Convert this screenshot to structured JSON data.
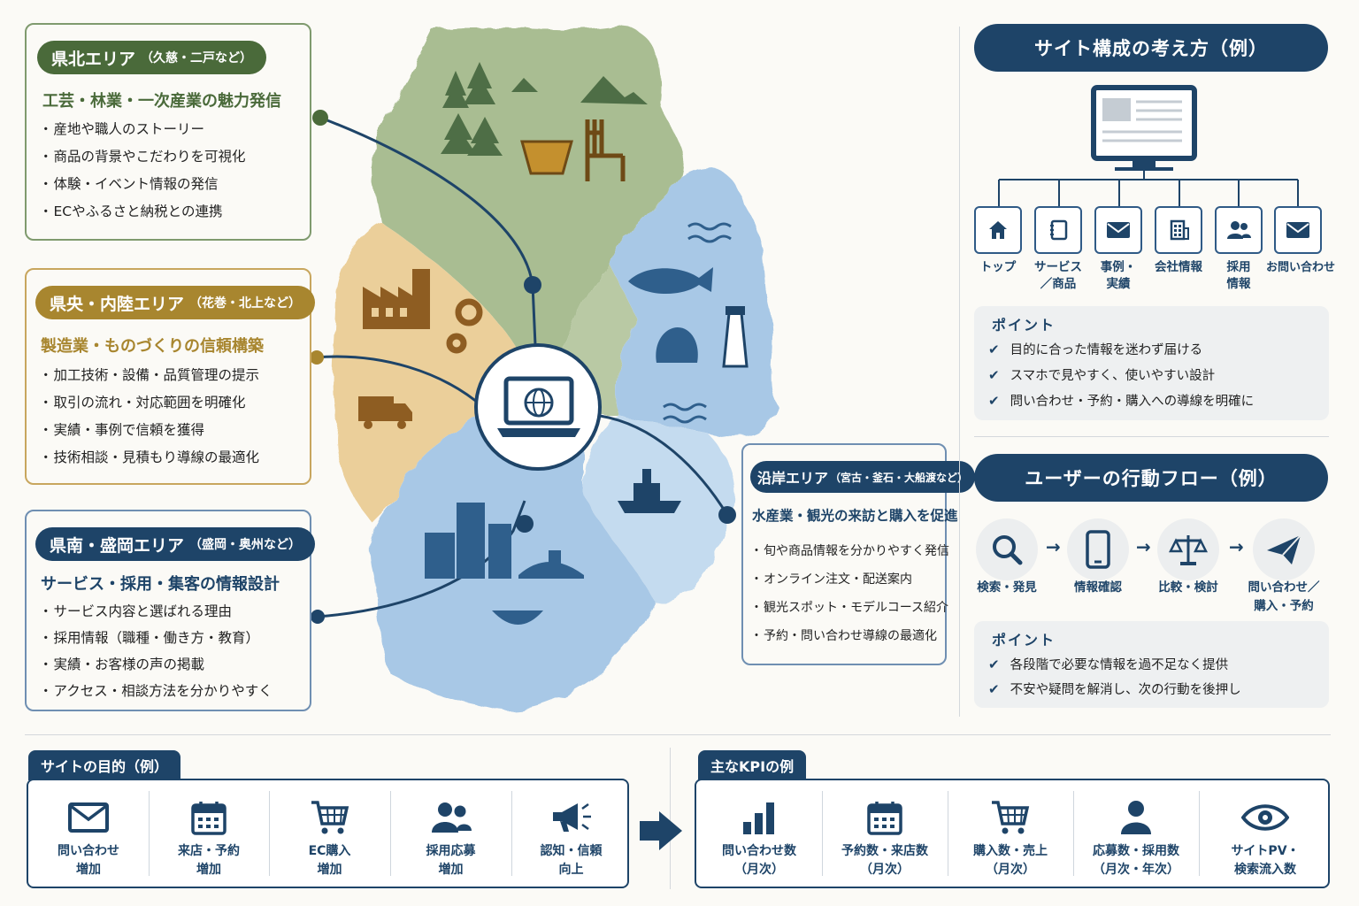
{
  "areas": {
    "north": {
      "title": "県北エリア",
      "cities": "（久慈・二戸など）",
      "subtitle": "工芸・林業・一次産業の魅力発信",
      "items": [
        "産地や職人のストーリー",
        "商品の背景やこだわりを可視化",
        "体験・イベント情報の発信",
        "ECやふるさと納税との連携"
      ],
      "color": "#4a6a3a"
    },
    "central": {
      "title": "県央・内陸エリア",
      "cities": "（花巻・北上など）",
      "subtitle": "製造業・ものづくりの信頼構築",
      "items": [
        "加工技術・設備・品質管理の提示",
        "取引の流れ・対応範囲を明確化",
        "実績・事例で信頼を獲得",
        "技術相談・見積もり導線の最適化"
      ],
      "color": "#a8862f"
    },
    "south": {
      "title": "県南・盛岡エリア",
      "cities": "（盛岡・奥州など）",
      "subtitle": "サービス・採用・集客の情報設計",
      "items": [
        "サービス内容と選ばれる理由",
        "採用情報（職種・働き方・教育）",
        "実績・お客様の声の掲載",
        "アクセス・相談方法を分かりやすく"
      ],
      "color": "#1e4468"
    },
    "coast": {
      "title": "沿岸エリア",
      "cities": "（宮古・釜石・大船渡など）",
      "subtitle": "水産業・観光の来訪と購入を促進",
      "items": [
        "旬や商品情報を分かりやすく発信",
        "オンライン注文・配送案内",
        "観光スポット・モデルコース紹介",
        "予約・問い合わせ導線の最適化"
      ],
      "color": "#1e4468"
    }
  },
  "site_structure": {
    "title": "サイト構成の考え方（例）",
    "nav": [
      {
        "label": "トップ",
        "icon": "home-icon"
      },
      {
        "label": "サービス\n／商品",
        "icon": "book-icon"
      },
      {
        "label": "事例・\n実績",
        "icon": "mail-icon"
      },
      {
        "label": "会社情報",
        "icon": "building-icon"
      },
      {
        "label": "採用\n情報",
        "icon": "people-icon"
      },
      {
        "label": "お問い合わせ",
        "icon": "mail-icon"
      }
    ],
    "points_title": "ポイント",
    "points": [
      "目的に合った情報を迷わず届ける",
      "スマホで見やすく、使いやすい設計",
      "問い合わせ・予約・購入への導線を明確に"
    ]
  },
  "user_flow": {
    "title": "ユーザーの行動フロー（例）",
    "steps": [
      {
        "label": "検索・発見",
        "icon": "search-icon"
      },
      {
        "label": "情報確認",
        "icon": "smartphone-icon"
      },
      {
        "label": "比較・検討",
        "icon": "scale-icon"
      },
      {
        "label": "問い合わせ／\n購入・予約",
        "icon": "paper-plane-icon"
      }
    ],
    "points_title": "ポイント",
    "points": [
      "各段階で必要な情報を過不足なく提供",
      "不安や疑問を解消し、次の行動を後押し"
    ]
  },
  "purpose": {
    "title": "サイトの目的（例）",
    "items": [
      {
        "label": "問い合わせ\n増加",
        "icon": "envelope-icon"
      },
      {
        "label": "来店・予約\n増加",
        "icon": "calendar-icon"
      },
      {
        "label": "EC購入\n増加",
        "icon": "cart-icon"
      },
      {
        "label": "採用応募\n増加",
        "icon": "people-icon"
      },
      {
        "label": "認知・信頼\n向上",
        "icon": "megaphone-icon"
      }
    ]
  },
  "kpi": {
    "title": "主なKPIの例",
    "items": [
      {
        "label": "問い合わせ数\n（月次）",
        "icon": "bar-chart-icon"
      },
      {
        "label": "予約数・来店数\n（月次）",
        "icon": "calendar-icon"
      },
      {
        "label": "購入数・売上\n（月次）",
        "icon": "cart-icon"
      },
      {
        "label": "応募数・採用数\n（月次・年次）",
        "icon": "person-icon"
      },
      {
        "label": "サイトPV・\n検索流入数",
        "icon": "eye-icon"
      }
    ]
  },
  "colors": {
    "navy": "#1e4468",
    "green": "#4a6a3a",
    "gold": "#a8862f",
    "map_green": "#a9bd92",
    "map_gold": "#ebcf9a",
    "map_blue": "#a8c8e6"
  }
}
